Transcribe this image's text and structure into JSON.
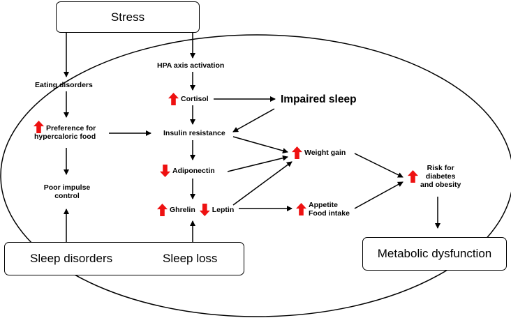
{
  "boxes": {
    "stress": "Stress",
    "sleep_disorders": "Sleep disorders",
    "sleep_loss": "Sleep loss",
    "metabolic_dysfunction": "Metabolic dysfunction"
  },
  "nodes": {
    "hpa_axis": "HPA axis activation",
    "cortisol": "Cortisol",
    "impaired_sleep": "Impaired sleep",
    "eating_disorders": "Eating disorders",
    "preference_line1": "Preference for",
    "preference_line2": "hypercaloric food",
    "insulin_resistance": "Insulin resistance",
    "weight_gain": "Weight gain",
    "adiponectin": "Adiponectin",
    "risk_line1": "Risk for",
    "risk_line2": "diabetes",
    "risk_line3": "and obesity",
    "poor_impulse_line1": "Poor impulse",
    "poor_impulse_line2": "control",
    "ghrelin": "Ghrelin",
    "leptin": "Leptin",
    "appetite_line1": "Appetite",
    "appetite_line2": "Food intake"
  },
  "colors": {
    "arrow_up": "#ee1111",
    "arrow_down": "#ee1111",
    "lines": "#000000"
  },
  "icons": {
    "increase": "red-up-arrow",
    "decrease": "red-down-arrow"
  }
}
